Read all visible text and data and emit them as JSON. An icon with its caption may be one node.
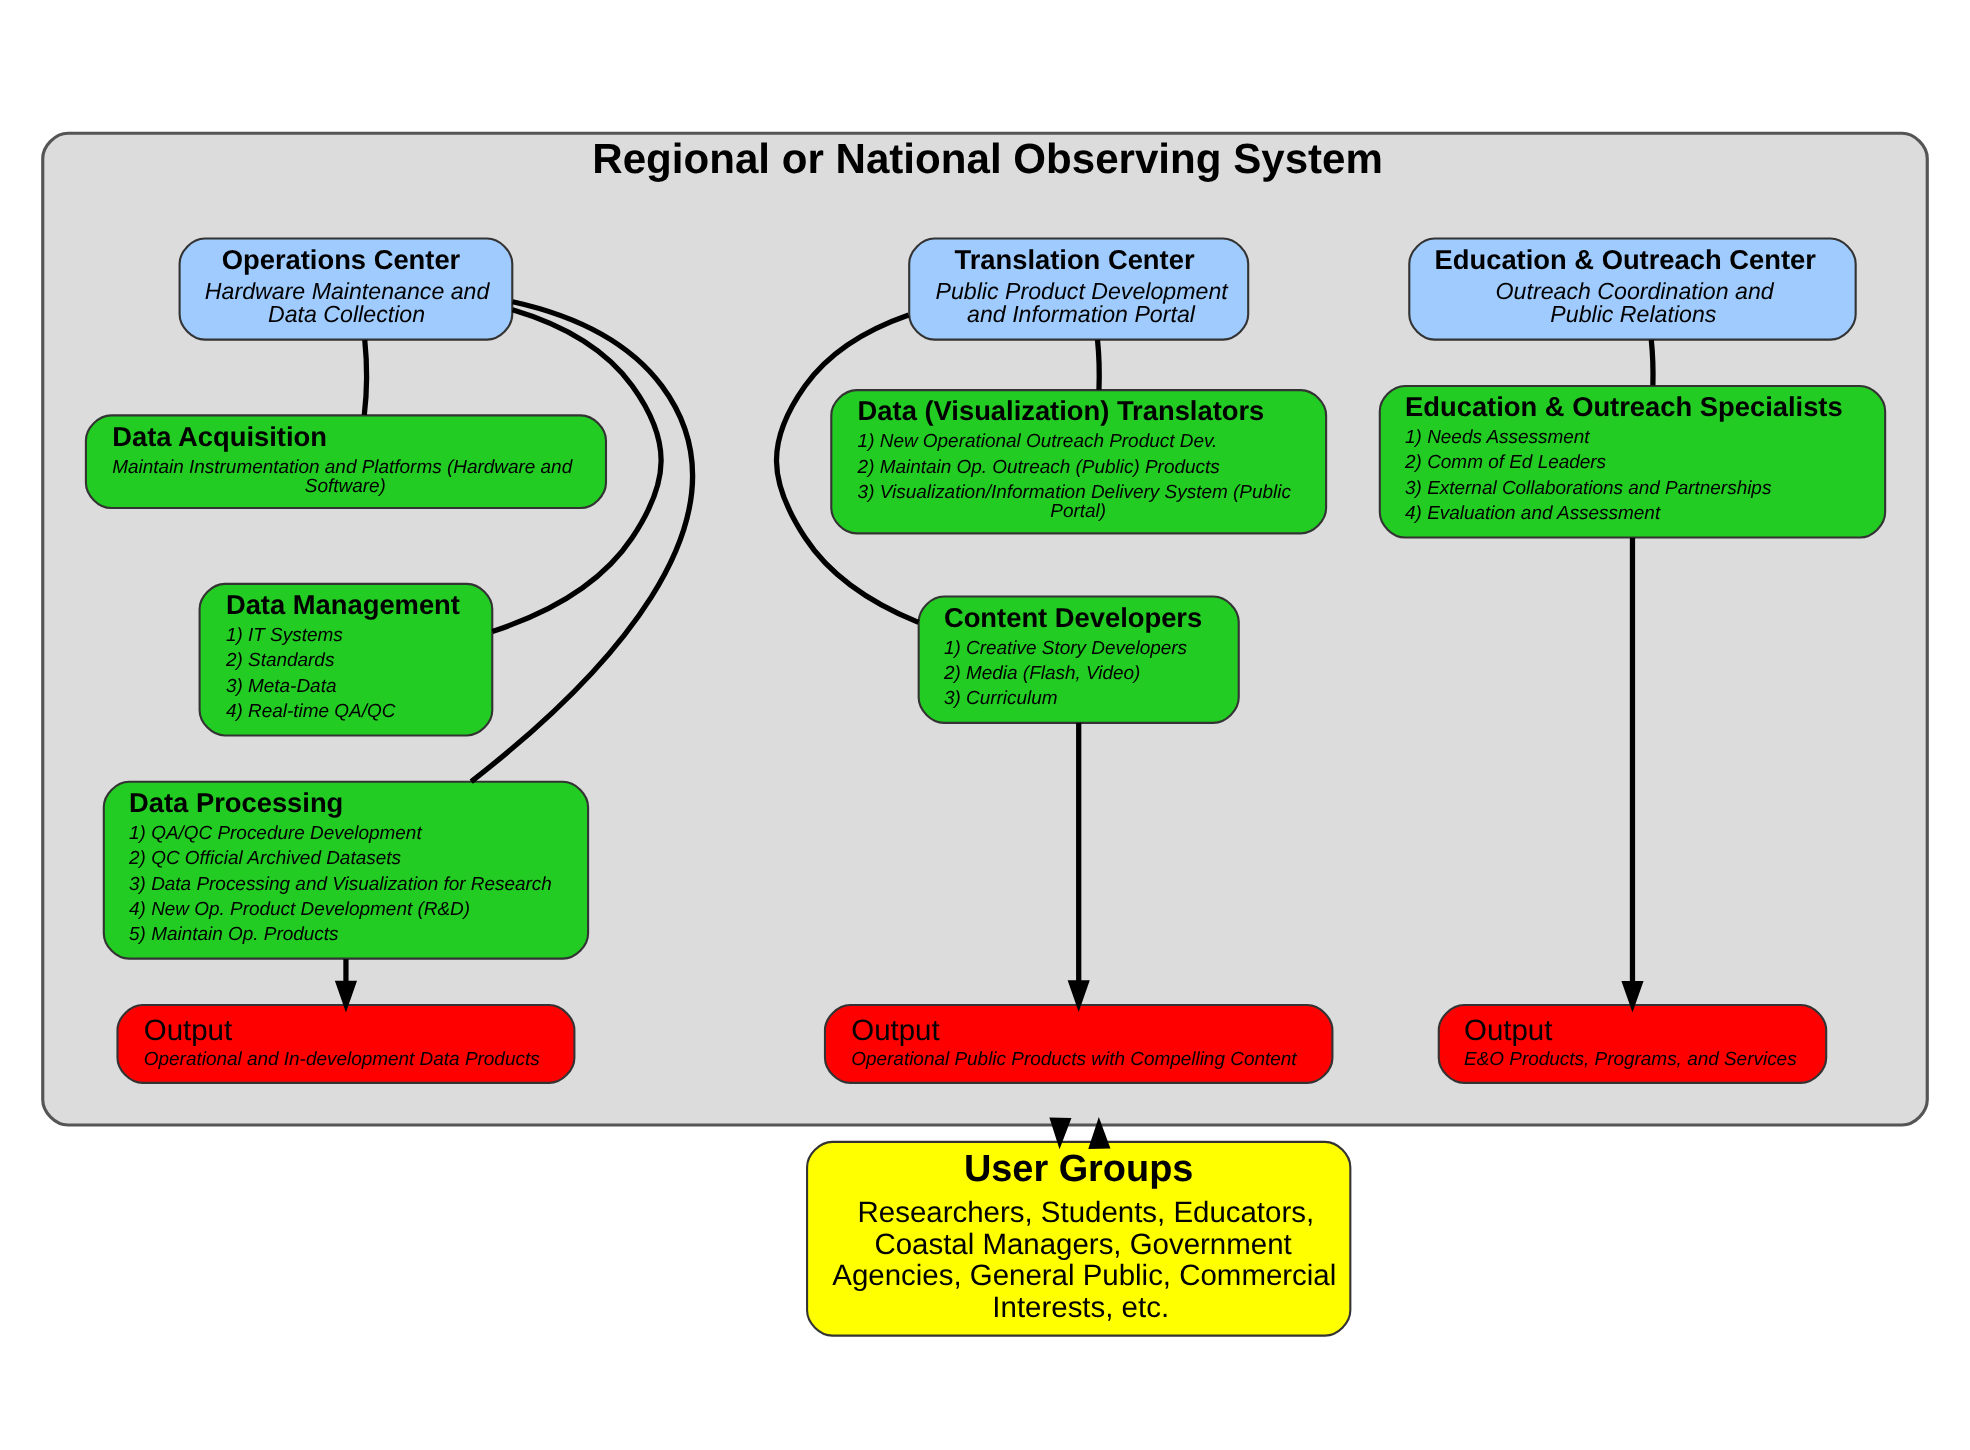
{
  "diagram": {
    "nodes": [
      {
        "text": [
          "Regional or National Observing System"
        ]
      },
      {
        "text": [
          "Operations Center",
          "Hardware Maintenance and Data Collection"
        ],
        "in": 0
      },
      {
        "text": [
          "Data Acquisition",
          "Maintain Instrumentation and Platforms (Hardware and Software)"
        ],
        "in": 0
      },
      {
        "text": [
          "Data Management",
          "1) IT Systems",
          "2) Standards",
          "3) Meta-Data",
          "4) Real-time QA/QC"
        ],
        "in": 0
      },
      {
        "text": [
          "Data Processing",
          "1) QA/QC Procedure Development",
          "2) QC Official Archived Datasets",
          "3) Data Processing and Visualization for Research",
          "4) New Op. Product Development (R&D)",
          "5) Maintain Op. Products"
        ],
        "in": 0
      },
      {
        "text": [
          "Output",
          "Operational and In-development Data Products"
        ],
        "in": 0
      },
      {
        "text": [
          "Translation Center",
          "Public Product Development and Information Portal"
        ],
        "in": 0
      },
      {
        "text": [
          "Data (Visualization) Translators",
          "1) New Operational Outreach Product Dev.",
          "2) Maintain Op. Outreach (Public) Products",
          "3) Visualization/Information Delivery System (Public Portal)"
        ],
        "in": 0
      },
      {
        "text": [
          "Content Developers",
          "1) Creative Story Developers",
          "2) Media (Flash, Video)",
          "3) Curriculum"
        ],
        "in": 0
      },
      {
        "text": [
          "Output",
          "Operational Public Products with Compelling Content"
        ],
        "in": 0
      },
      {
        "text": [
          "Education & Outreach Center",
          "Outreach Coordination and Public Relations"
        ],
        "in": 0
      },
      {
        "text": [
          "Education & Outreach Specialists",
          "1) Needs Assessment",
          "2) Comm of Ed Leaders",
          "3) External Collaborations and Partnerships",
          "4) Evaluation and Assessment"
        ],
        "in": 0
      },
      {
        "text": [
          "Output",
          "E&O Products, Programs, and Services"
        ],
        "in": 0
      },
      {
        "text": [
          "User Groups",
          "Researchers, Students, Educators, Coastal Managers, Government Agencies, General Public, Commercial Interests, etc."
        ]
      }
    ],
    "edges": [
      {
        "from": 1,
        "to": 2,
        "arrow": "none"
      },
      {
        "from": 1,
        "to": 3,
        "arrow": "none"
      },
      {
        "from": 1,
        "to": 4,
        "arrow": "none"
      },
      {
        "from": 4,
        "to": 5,
        "arrow": "to"
      },
      {
        "from": 6,
        "to": 7,
        "arrow": "none"
      },
      {
        "from": 6,
        "to": 8,
        "arrow": "none"
      },
      {
        "from": 8,
        "to": 9,
        "arrow": "to"
      },
      {
        "from": 10,
        "to": 11,
        "arrow": "none"
      },
      {
        "from": 11,
        "to": 12,
        "arrow": "to"
      },
      {
        "from": 0,
        "to": 13,
        "arrow": "to"
      },
      {
        "from": 13,
        "to": 0,
        "arrow": "to"
      }
    ]
  }
}
